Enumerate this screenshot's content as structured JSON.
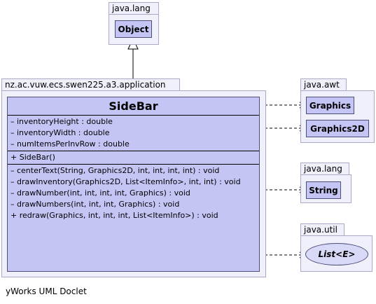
{
  "packages": {
    "lang_top": {
      "name": "java.lang",
      "class": "Object"
    },
    "application": {
      "name": "nz.ac.vuw.ecs.swen225.a3.application"
    },
    "awt": {
      "name": "java.awt",
      "classes": [
        "Graphics",
        "Graphics2D"
      ]
    },
    "lang_right": {
      "name": "java.lang",
      "class": "String"
    },
    "util": {
      "name": "java.util",
      "class": "List<E>"
    }
  },
  "sidebar": {
    "name": "SideBar",
    "fields": [
      "– inventoryHeight : double",
      "– inventoryWidth : double",
      "– numItemsPerInvRow : double"
    ],
    "constructors": [
      "+ SideBar()"
    ],
    "methods": [
      "– centerText(String, Graphics2D, int, int, int, int) : void",
      "– drawInventory(Graphics2D, List<ItemInfo>, int, int) : void",
      "– drawNumber(int, int, int, int, Graphics) : void",
      "– drawNumbers(int, int, int, Graphics) : void",
      "+ redraw(Graphics, int, int, int, List<ItemInfo>) : void"
    ]
  },
  "footer": "yWorks UML Doclet"
}
